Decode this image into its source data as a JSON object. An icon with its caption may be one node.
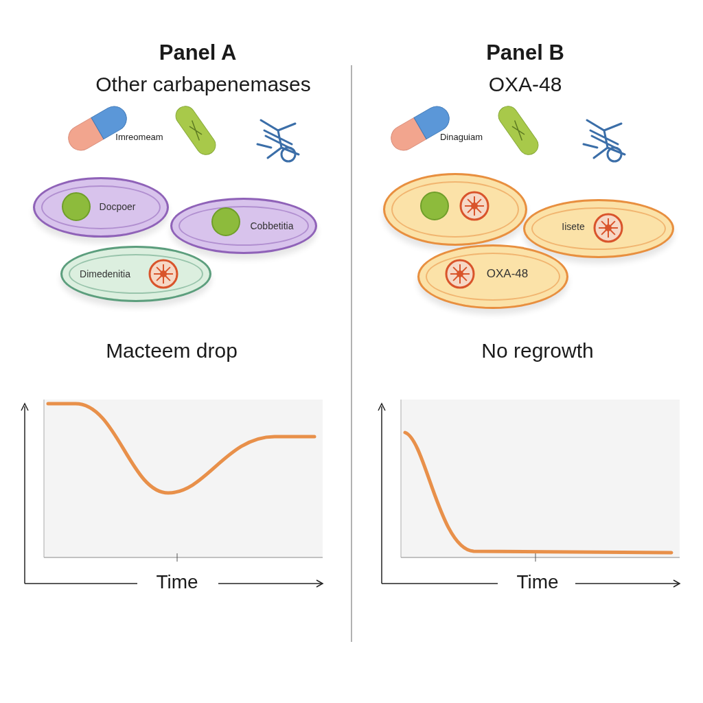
{
  "diagram": {
    "nodes": [
      {
        "text": [
          "Docpoer"
        ]
      },
      {
        "text": [
          "Cobbetitia"
        ]
      },
      {
        "text": [
          "Dimedenitia"
        ]
      },
      {
        "text": [],
        "shape": "cell"
      },
      {
        "text": [
          "Iisete"
        ]
      },
      {
        "text": [
          "OXA-48"
        ]
      }
    ],
    "labels": [
      "Panel A",
      "Other carbapenemases",
      "Panel B",
      "OXA-48",
      "Imreomeam",
      "Dinaguiam",
      "Macteem drop",
      "No regrowth",
      "Time",
      "Time"
    ]
  }
}
